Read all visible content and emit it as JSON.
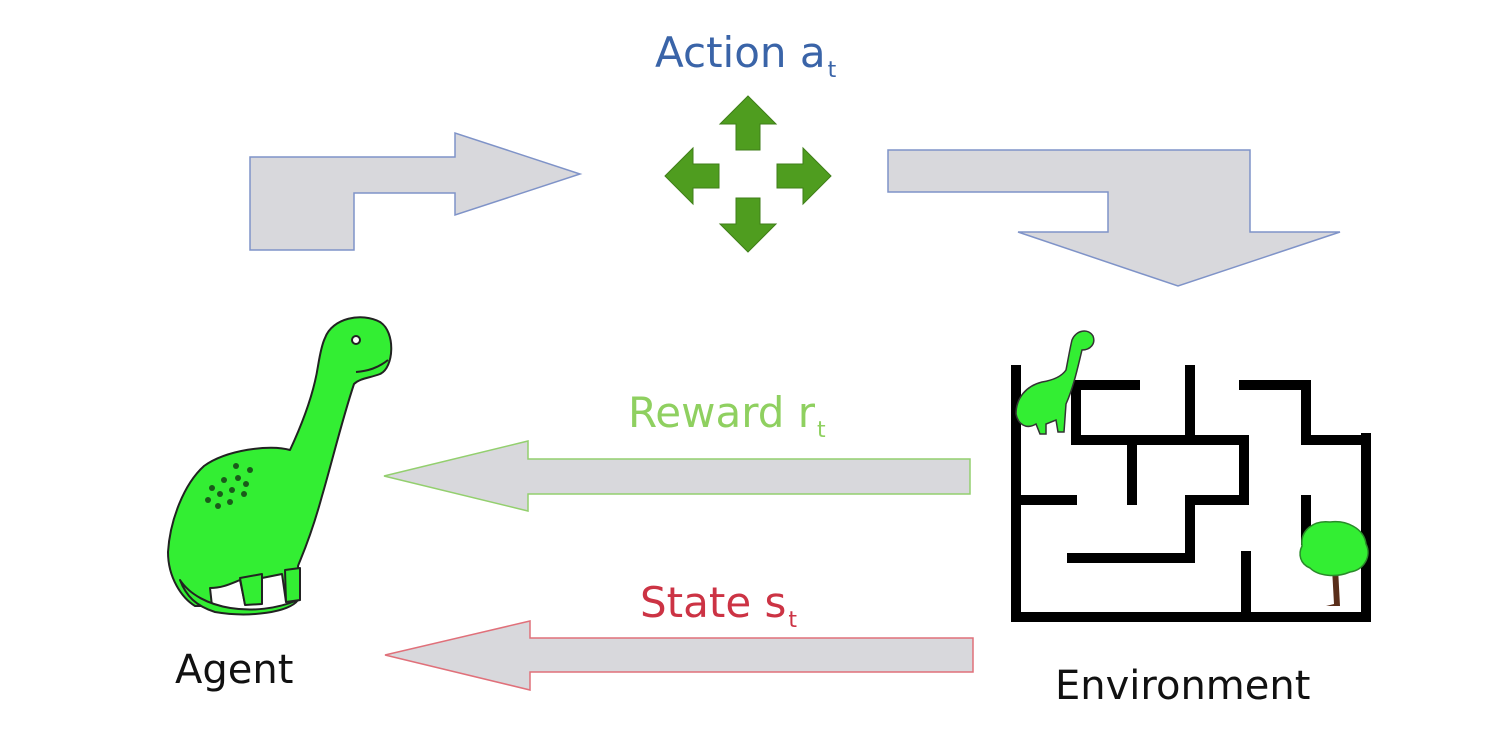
{
  "labels": {
    "action": {
      "text": "Action a",
      "sub": "t",
      "color": "#3a64a8"
    },
    "reward": {
      "text": "Reward r",
      "sub": "t",
      "color": "#8fd060"
    },
    "state": {
      "text": "State s",
      "sub": "t",
      "color": "#cc3344"
    },
    "agent": "Agent",
    "environment": "Environment"
  },
  "colors": {
    "arrow_fill": "#d8d8dc",
    "action_arrow_stroke": "#7f93c8",
    "reward_arrow_stroke": "#93cf6e",
    "state_arrow_stroke": "#e0707a",
    "move_icon_green": "#4f9d1f",
    "dino_green": "#33ee33",
    "maze_wall": "#000000",
    "tree_green": "#33ee33",
    "tree_trunk": "#5a2e1a"
  },
  "icons": {
    "move": "four-direction-move-icon",
    "agent": "dinosaur-icon",
    "environment": "maze-icon",
    "goal": "tree-icon"
  }
}
